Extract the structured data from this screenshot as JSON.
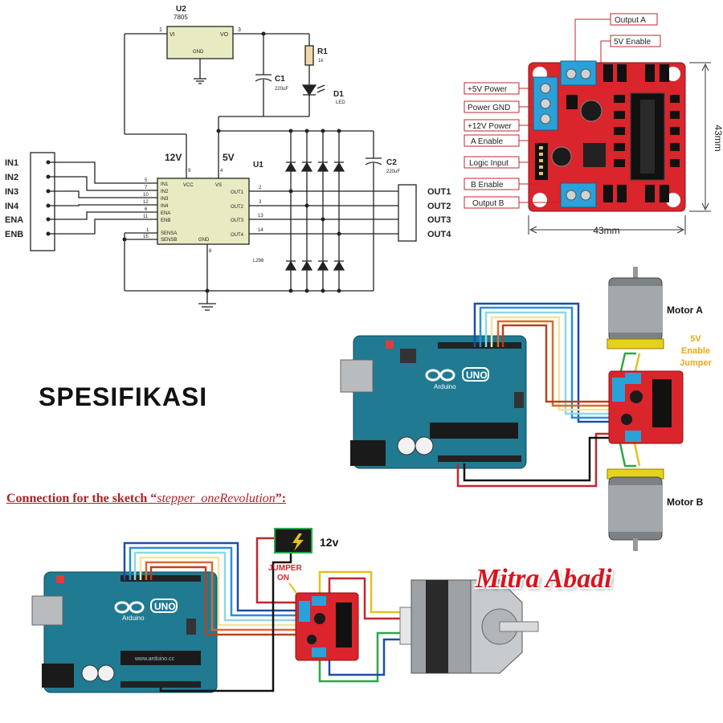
{
  "schematic": {
    "regulator_ref": "U2",
    "regulator_part": "7805",
    "reg_pin_vi": "VI",
    "reg_pin_vo": "VO",
    "reg_pin_gnd": "GND",
    "reg_pin1": "1",
    "reg_pin3": "3",
    "resistor_ref": "R1",
    "resistor_val": "1k",
    "cap1_ref": "C1",
    "cap1_val": "220uF",
    "led_ref": "D1",
    "led_val": "LED",
    "cap2_ref": "C2",
    "cap2_val": "220uF",
    "driver_ref": "U1",
    "driver_part": "L298",
    "label_12v": "12V",
    "label_5v": "5V",
    "pin_vcc_num": "9",
    "pin_vs_num": "4",
    "pin_gnd_num": "8",
    "inputs": [
      "IN1",
      "IN2",
      "IN3",
      "IN4",
      "ENA",
      "ENB"
    ],
    "chip_inputs": [
      "IN1",
      "IN2",
      "IN3",
      "IN4",
      "ENA",
      "ENB"
    ],
    "chip_input_pins": [
      "5",
      "7",
      "10",
      "12",
      "6",
      "11"
    ],
    "chip_vcc": "VCC",
    "chip_vs": "VS",
    "chip_gnd": "GND",
    "chip_sensa": "SENSA",
    "chip_sensb": "SENSB",
    "sensa_pin": "1",
    "sensb_pin": "15",
    "chip_outputs": [
      "OUT1",
      "OUT2",
      "OUT3",
      "OUT4"
    ],
    "chip_output_pins": [
      "2",
      "3",
      "13",
      "14"
    ],
    "outputs": [
      "OUT1",
      "OUT2",
      "OUT3",
      "OUT4"
    ]
  },
  "module": {
    "callouts_right": [
      "Output A",
      "5V Enable"
    ],
    "callouts_left": [
      "+5V Power",
      "Power GND",
      "+12V Power",
      "A Enable",
      "Logic Input",
      "B Enable",
      "Output B"
    ],
    "dim_height": "43mm",
    "dim_width": "43mm"
  },
  "wiring1": {
    "motor_a": "Motor A",
    "motor_b": "Motor B",
    "jumper_note": [
      "5V",
      "Enable",
      "Jumper"
    ],
    "arduino_brand": "Arduino",
    "arduino_model": "UNO",
    "accent": "#e6a817"
  },
  "spec_title": "SPESIFIKASI",
  "sketch_caption_prefix": "Connection for the sketch “",
  "sketch_caption_name": "stepper_oneRevolution",
  "sketch_caption_suffix": "”:",
  "wiring2": {
    "supply_label": "12v",
    "jumper_note": [
      "JUMPER",
      "ON"
    ],
    "arduino_brand": "Arduino",
    "arduino_model": "UNO",
    "arduino_url": "www.arduino.cc"
  },
  "brand": "Mitra Abadi",
  "colors": {
    "board_red": "#d9252b",
    "arduino_teal": "#1f7a92",
    "terminal_blue": "#2aa1d8",
    "caption_red": "#b3202a",
    "brand_red": "#d9141d",
    "chip_fill": "#e8ebc2"
  }
}
